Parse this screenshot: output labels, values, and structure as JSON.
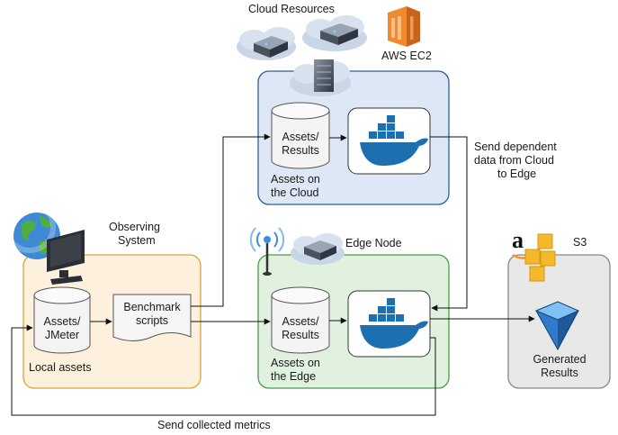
{
  "title": "",
  "cloud": {
    "group_label": "Cloud Resources",
    "provider_label": "AWS EC2",
    "db_line1": "Assets/",
    "db_line2": "Results",
    "caption_line1": "Assets on",
    "caption_line2": "the Cloud",
    "fill": "#dde7f5",
    "stroke": "#2e5e9c"
  },
  "edge": {
    "group_label": "Edge Node",
    "db_line1": "Assets/",
    "db_line2": "Results",
    "caption_line1": "Assets on",
    "caption_line2": "the Edge",
    "fill": "#e0f1df",
    "stroke": "#4e9a4a"
  },
  "observing": {
    "title_line1": "Observing",
    "title_line2": "System",
    "db_line1": "Assets/",
    "db_line2": "JMeter",
    "script_line1": "Benchmark",
    "script_line2": "scripts",
    "caption": "Local assets",
    "fill": "#fdf0dc",
    "stroke": "#d9a441"
  },
  "s3": {
    "brand_letter": "a",
    "label": "S3",
    "result_line1": "Generated",
    "result_line2": "Results",
    "fill": "#e8e8e8",
    "stroke": "#888888"
  },
  "edges": {
    "cloud_to_edge_line1": "Send dependent",
    "cloud_to_edge_line2": "data from Cloud",
    "cloud_to_edge_line3": "to Edge",
    "metrics": "Send collected metrics"
  },
  "colors": {
    "docker_blue": "#1d6fb0",
    "aws_orange": "#e07a25",
    "s3_yellow": "#f6b82b",
    "gem_blue": "#2f7bc9"
  },
  "icons": [
    "cloud-icon",
    "server-icon",
    "aws-ec2-icon",
    "docker-icon",
    "globe-icon",
    "monitor-icon",
    "antenna-icon",
    "amazon-logo-icon",
    "s3-bucket-icon",
    "gem-icon"
  ]
}
